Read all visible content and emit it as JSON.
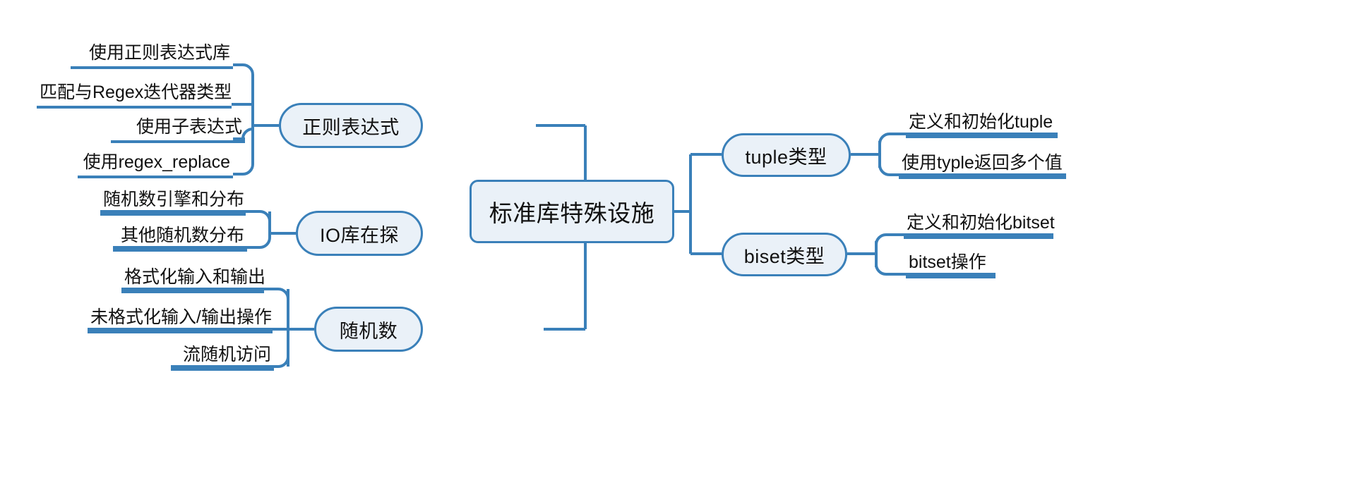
{
  "diagram": {
    "type": "mind-map",
    "title": "标准库特殊设施",
    "colors": {
      "line": "#3a80b9",
      "node_fill": "#eaf1f8",
      "node_border": "#3a80b9",
      "text": "#111111",
      "background": "#ffffff"
    },
    "center": {
      "label": "标准库特殊设施"
    },
    "left_branches": [
      {
        "label": "正则表达式",
        "leaves": [
          {
            "label": "使用正则表达式库"
          },
          {
            "label": "匹配与Regex迭代器类型"
          },
          {
            "label": "使用子表达式"
          },
          {
            "label": "使用regex_replace"
          }
        ]
      },
      {
        "label": "IO库在探",
        "leaves": [
          {
            "label": "随机数引擎和分布"
          },
          {
            "label": "其他随机数分布"
          }
        ]
      },
      {
        "label": "随机数",
        "leaves": [
          {
            "label": "格式化输入和输出"
          },
          {
            "label": "未格式化输入/输出操作"
          },
          {
            "label": "流随机访问"
          }
        ]
      }
    ],
    "right_branches": [
      {
        "label": "tuple类型",
        "leaves": [
          {
            "label": "定义和初始化tuple"
          },
          {
            "label": "使用typle返回多个值"
          }
        ]
      },
      {
        "label": "biset类型",
        "leaves": [
          {
            "label": "定义和初始化bitset"
          },
          {
            "label": "bitset操作"
          }
        ]
      }
    ]
  }
}
